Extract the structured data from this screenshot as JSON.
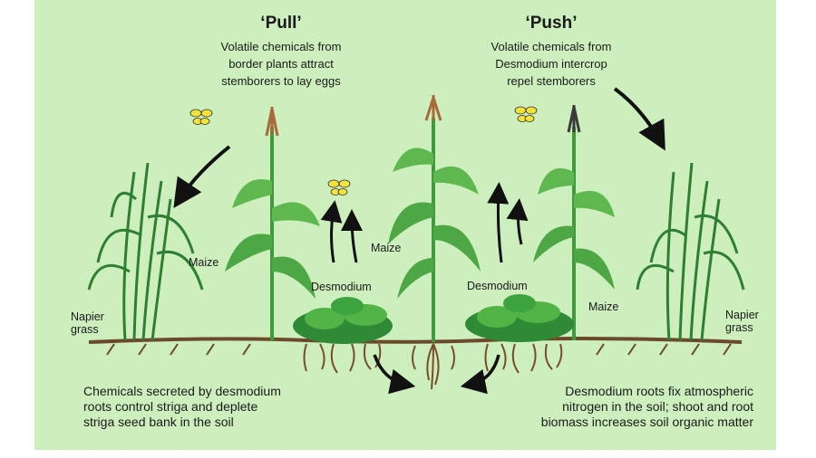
{
  "diagram": {
    "pull": {
      "heading": "‘Pull’",
      "lines": [
        "Volatile chemicals from",
        "border plants attract",
        "stemborers to lay eggs"
      ]
    },
    "push": {
      "heading": "‘Push’",
      "lines": [
        "Volatile chemicals from",
        "Desmodium intercrop",
        "repel stemborers"
      ]
    },
    "labels": {
      "napier_left": [
        "Napier",
        "grass"
      ],
      "maize_left": "Maize",
      "desmodium_left": "Desmodium",
      "maize_center": "Maize",
      "desmodium_right": "Desmodium",
      "maize_right": "Maize",
      "napier_right": [
        "Napier",
        "grass"
      ]
    },
    "bottom_left": [
      "Chemicals secreted by desmodium",
      "roots control striga and deplete",
      "striga seed bank in the soil"
    ],
    "bottom_right": [
      "Desmodium roots fix atmospheric",
      "nitrogen in the soil; shoot and root",
      "biomass increases soil organic matter"
    ]
  },
  "colors": {
    "background": "#cdeebd",
    "plant_green": "#3f9a3c",
    "leaf_light": "#6cc45a",
    "soil": "#6b4a2b",
    "moth_yellow": "#f2e23a"
  }
}
